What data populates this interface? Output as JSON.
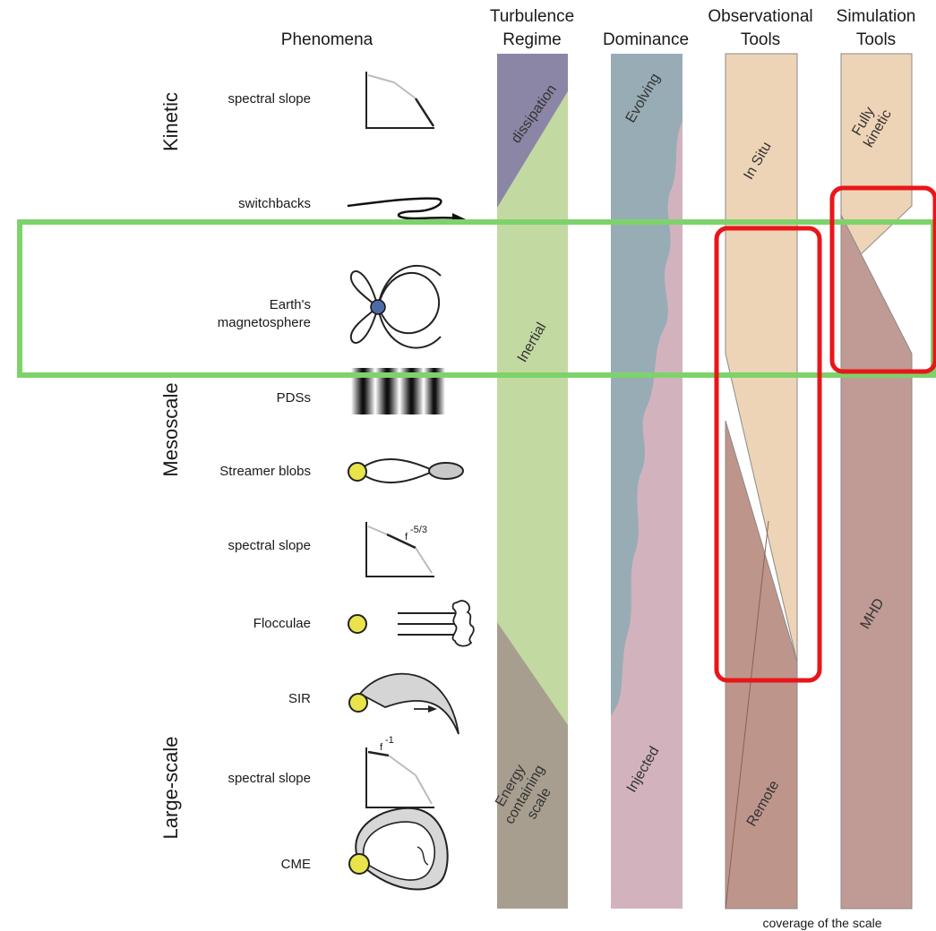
{
  "headers": {
    "phenomena": "Phenomena",
    "turbulence_1": "Turbulence",
    "turbulence_2": "Regime",
    "dominance": "Dominance",
    "observational_1": "Observational",
    "observational_2": "Tools",
    "simulation_1": "Simulation",
    "simulation_2": "Tools"
  },
  "scales": {
    "kinetic": "Kinetic",
    "mesoscale": "Mesoscale",
    "large": "Large-scale"
  },
  "phenomena": [
    {
      "label": "spectral slope",
      "icon": "spectral-slope-steep-icon"
    },
    {
      "label": "switchbacks",
      "icon": "switchback-icon"
    },
    {
      "label_1": "Earth's",
      "label_2": "magnetosphere",
      "icon": "magnetosphere-icon"
    },
    {
      "label": "PDSs",
      "icon": "pds-stripes-icon"
    },
    {
      "label": "Streamer blobs",
      "icon": "streamer-blob-icon"
    },
    {
      "label": "spectral slope",
      "icon": "spectral-slope-inertial-icon",
      "annotation": "f",
      "annotation_exp": "-5/3"
    },
    {
      "label": "Flocculae",
      "icon": "flocculae-icon"
    },
    {
      "label": "SIR",
      "icon": "sir-icon"
    },
    {
      "label": "spectral slope",
      "icon": "spectral-slope-flat-icon",
      "annotation": "f",
      "annotation_exp": "-1"
    },
    {
      "label": "CME",
      "icon": "cme-icon"
    }
  ],
  "turbulence": {
    "dissipation": "dissipation",
    "inertial": "Inertial",
    "energy_1": "Energy",
    "energy_2": "containing",
    "energy_3": "scale"
  },
  "dominance": {
    "evolving": "Evolving",
    "injected": "Injected"
  },
  "observational": {
    "in_situ": "In Situ",
    "remote": "Remote"
  },
  "simulation": {
    "fully_1": "Fully",
    "fully_2": "kinetic",
    "mhd": "MHD"
  },
  "footer": "coverage of the scale",
  "colors": {
    "dissipation": "#8c86a6",
    "inertial": "#c3d9a2",
    "energy": "#a89e8f",
    "evolving": "#98acb6",
    "injected": "#d2b3bd",
    "in_situ": "#eed4b6",
    "remote": "#b38377",
    "mhd": "#c09a94",
    "highlight_green": "#7dd36a",
    "highlight_red": "#e8161a",
    "sun_yellow": "#e9e44a",
    "earth_blue": "#4d6aa7"
  }
}
